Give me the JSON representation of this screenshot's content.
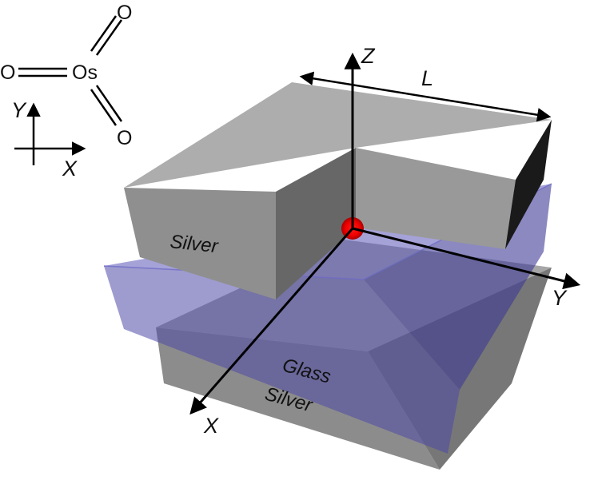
{
  "molecule": {
    "center": "Os",
    "top_right_oxygen": "O",
    "left_oxygen": "O",
    "bottom_right_oxygen": "O"
  },
  "inset_axes": {
    "vertical": "Y",
    "horizontal": "X"
  },
  "axes": {
    "z": "Z",
    "y": "Y",
    "x": "X",
    "length": "L"
  },
  "materials": {
    "top_silver": "Silver",
    "glass": "Glass",
    "bottom_silver": "Silver"
  },
  "colors": {
    "silver_light": "#a8a8a8",
    "silver_mid": "#8a8a8a",
    "silver_dark": "#5e5e5e",
    "glass": "#5b56b8",
    "origin_marker": "#ff0000"
  }
}
